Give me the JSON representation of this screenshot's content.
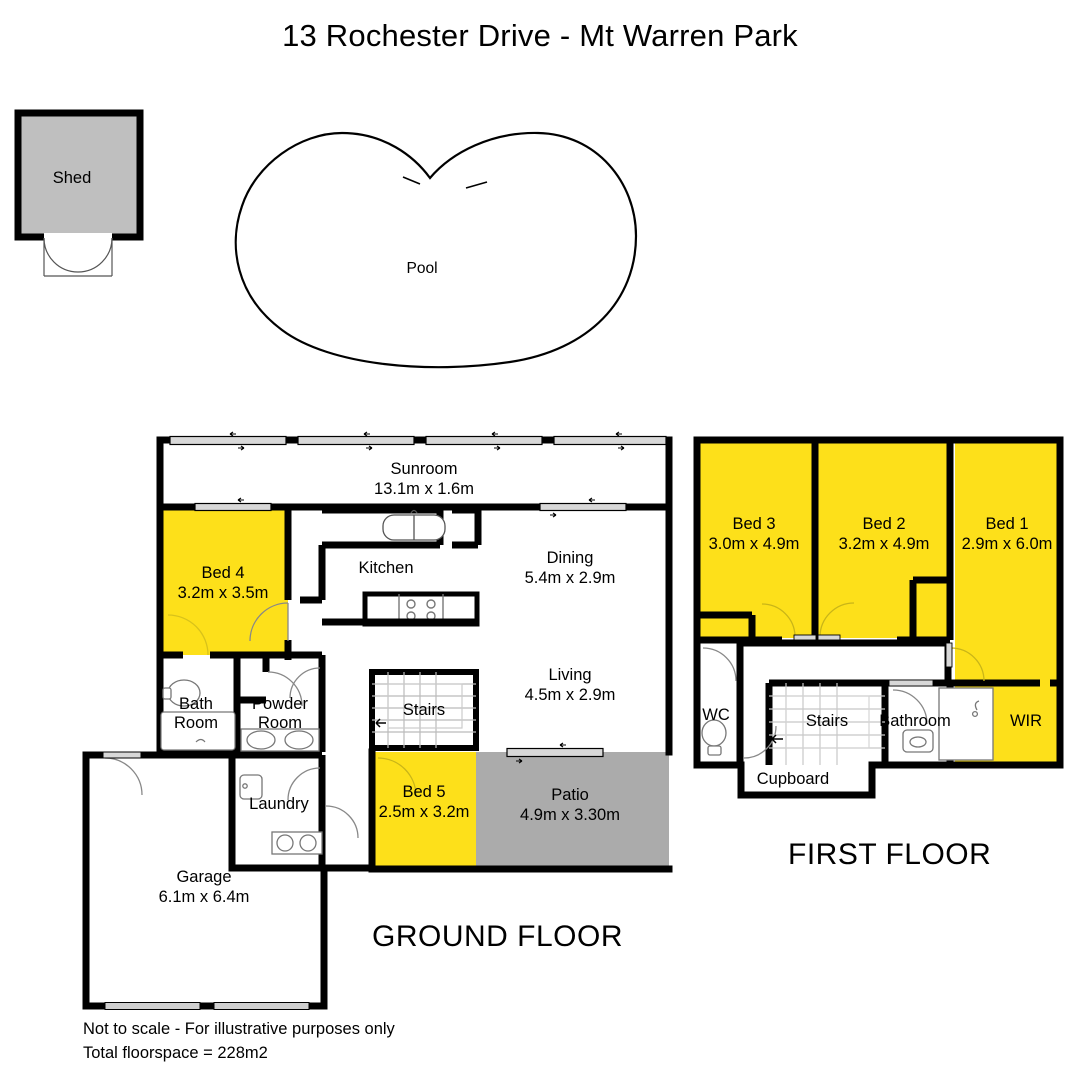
{
  "title": "13 Rochester Drive - Mt Warren Park",
  "colors": {
    "room_highlight": "#FDE01A",
    "wall": "#000000",
    "shed_fill": "#BFBFBF",
    "patio_fill": "#ABABAB",
    "background": "#FFFFFF",
    "fixture_line": "#7a7a7a"
  },
  "exterior": {
    "shed": {
      "label": "Shed",
      "icon": "double-door-icon"
    },
    "pool": {
      "label": "Pool"
    }
  },
  "ground_floor": {
    "heading": "GROUND FLOOR",
    "rooms": [
      {
        "name": "Sunroom",
        "dimensions": "13.1m x 1.6m",
        "highlight": false
      },
      {
        "name": "Bed 4",
        "dimensions": "3.2m x 3.5m",
        "highlight": true
      },
      {
        "name": "Kitchen",
        "dimensions": "",
        "highlight": false
      },
      {
        "name": "Dining",
        "dimensions": "5.4m x 2.9m",
        "highlight": false
      },
      {
        "name": "Living",
        "dimensions": "4.5m x 2.9m",
        "highlight": false
      },
      {
        "name": "Bath Room",
        "dimensions": "",
        "highlight": false
      },
      {
        "name": "Powder Room",
        "dimensions": "",
        "highlight": false
      },
      {
        "name": "Laundry",
        "dimensions": "",
        "highlight": false
      },
      {
        "name": "Stairs",
        "dimensions": "",
        "highlight": false
      },
      {
        "name": "Bed 5",
        "dimensions": "2.5m x 3.2m",
        "highlight": true
      },
      {
        "name": "Patio",
        "dimensions": "4.9m x 3.30m",
        "highlight": false
      },
      {
        "name": "Garage",
        "dimensions": "6.1m x 6.4m",
        "highlight": false
      }
    ],
    "labels": {
      "sunroom_name": "Sunroom",
      "sunroom_dim": "13.1m x 1.6m",
      "bed4_name": "Bed 4",
      "bed4_dim": "3.2m x 3.5m",
      "kitchen_name": "Kitchen",
      "dining_name": "Dining",
      "dining_dim": "5.4m x 2.9m",
      "living_name": "Living",
      "living_dim": "4.5m x 2.9m",
      "bath_line1": "Bath",
      "bath_line2": "Room",
      "powder_line1": "Powder",
      "powder_line2": "Room",
      "laundry_name": "Laundry",
      "stairs_name": "Stairs",
      "bed5_name": "Bed 5",
      "bed5_dim": "2.5m x 3.2m",
      "patio_name": "Patio",
      "patio_dim": "4.9m x 3.30m",
      "garage_name": "Garage",
      "garage_dim": "6.1m x 6.4m"
    }
  },
  "first_floor": {
    "heading": "FIRST FLOOR",
    "rooms": [
      {
        "name": "Bed 3",
        "dimensions": "3.0m x 4.9m",
        "highlight": true
      },
      {
        "name": "Bed 2",
        "dimensions": "3.2m x 4.9m",
        "highlight": true
      },
      {
        "name": "Bed 1",
        "dimensions": "2.9m x 6.0m",
        "highlight": true
      },
      {
        "name": "WC",
        "dimensions": "",
        "highlight": false
      },
      {
        "name": "Stairs",
        "dimensions": "",
        "highlight": false
      },
      {
        "name": "Bathroom",
        "dimensions": "",
        "highlight": false
      },
      {
        "name": "WIR",
        "dimensions": "",
        "highlight": true
      },
      {
        "name": "Cupboard",
        "dimensions": "",
        "highlight": false
      }
    ],
    "labels": {
      "bed3_name": "Bed 3",
      "bed3_dim": "3.0m x 4.9m",
      "bed2_name": "Bed 2",
      "bed2_dim": "3.2m x 4.9m",
      "bed1_name": "Bed 1",
      "bed1_dim": "2.9m x 6.0m",
      "wc_name": "WC",
      "stairs_name": "Stairs",
      "bathroom_name": "Bathroom",
      "wir_name": "WIR",
      "cupboard_name": "Cupboard"
    }
  },
  "footer": {
    "line1": "Not to scale - For illustrative purposes only",
    "line2": "Total floorspace = 228m2"
  }
}
